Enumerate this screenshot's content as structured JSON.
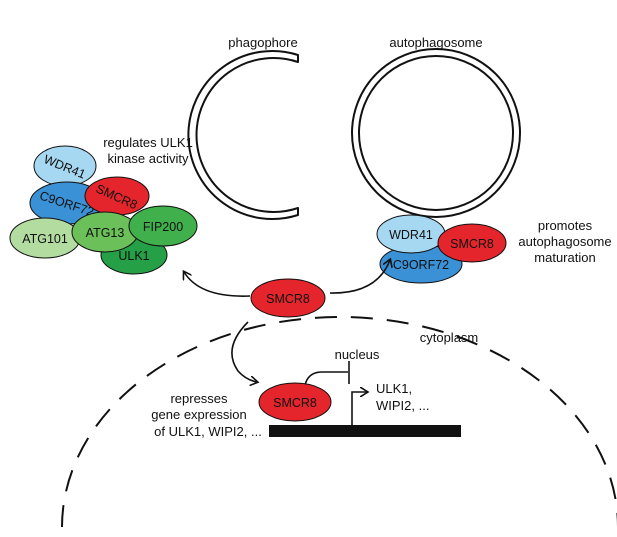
{
  "labels": {
    "phagophore": "phagophore",
    "autophagosome": "autophagosome",
    "regulates_line1": "regulates ULK1",
    "regulates_line2": "kinase activity",
    "promotes_line1": "promotes",
    "promotes_line2": "autophagosome",
    "promotes_line3": "maturation",
    "cytoplasm": "cytoplasm",
    "nucleus": "nucleus",
    "represses_line1": "represses",
    "represses_line2": "gene expression",
    "represses_line3": "of ULK1, WIPI2, ...",
    "target_line1": "ULK1,",
    "target_line2": "WIPI2, ..."
  },
  "proteins": {
    "wdr41": "WDR41",
    "smcr8": "SMCR8",
    "c9orf72": "C9ORF72",
    "atg101": "ATG101",
    "atg13": "ATG13",
    "fip200": "FIP200",
    "ulk1": "ULK1"
  },
  "colors": {
    "red": "#e4252c",
    "light_blue": "#a7d8f2",
    "mid_blue": "#3a91d6",
    "pale_green": "#b3dca0",
    "light_green": "#6cc05a",
    "mid_green": "#3fb04b",
    "dark_green": "#25a046"
  }
}
